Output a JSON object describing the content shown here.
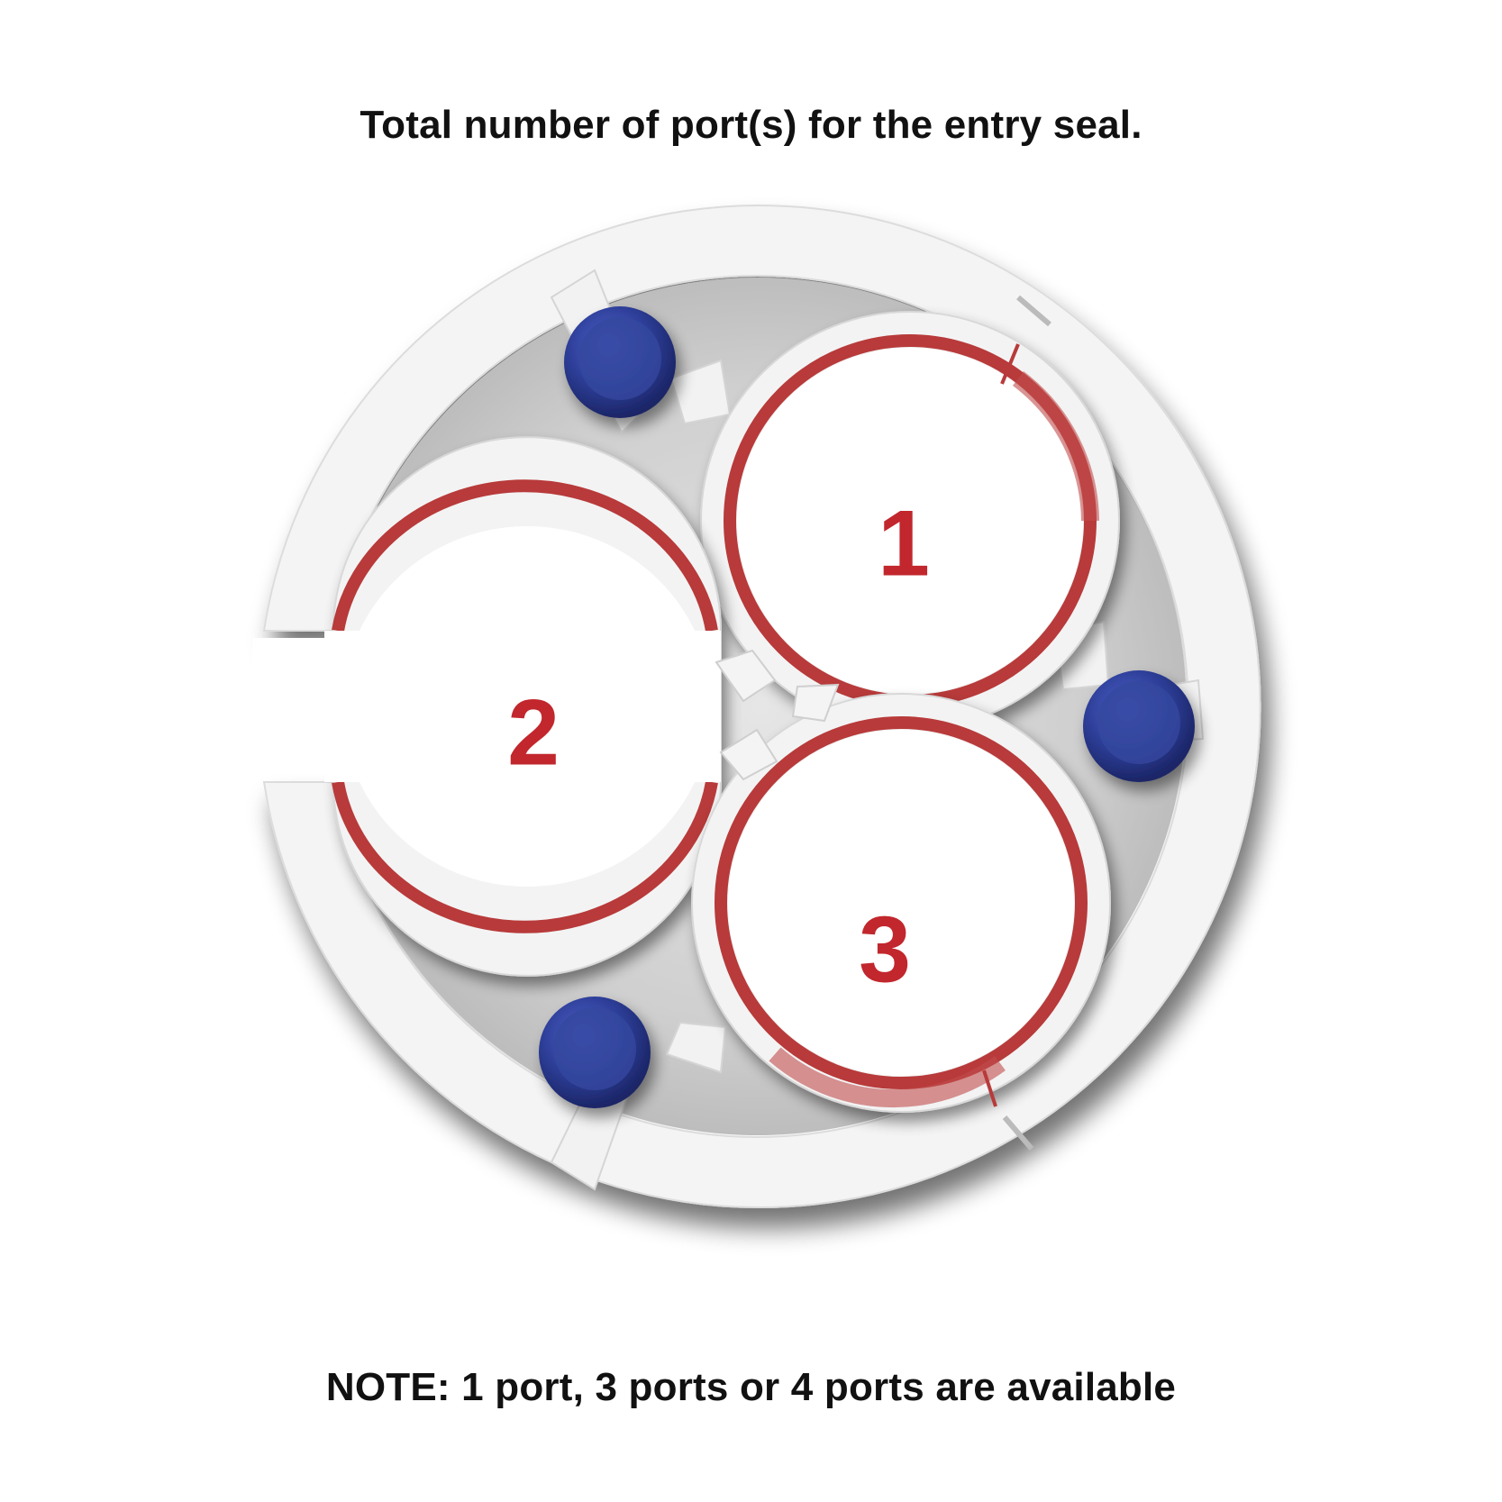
{
  "title": "Total number of port(s) for the entry seal.",
  "note": "NOTE: 1 port, 3 ports or 4 ports are available",
  "ports": [
    {
      "label": "1"
    },
    {
      "label": "2"
    },
    {
      "label": "3"
    }
  ],
  "colors": {
    "port_number": "#c1272d",
    "seal_body": "#f4f4f4",
    "seal_recess": "#c9c9c9",
    "gasket": "#b83a3a",
    "bolt": "#2e3f9a"
  }
}
